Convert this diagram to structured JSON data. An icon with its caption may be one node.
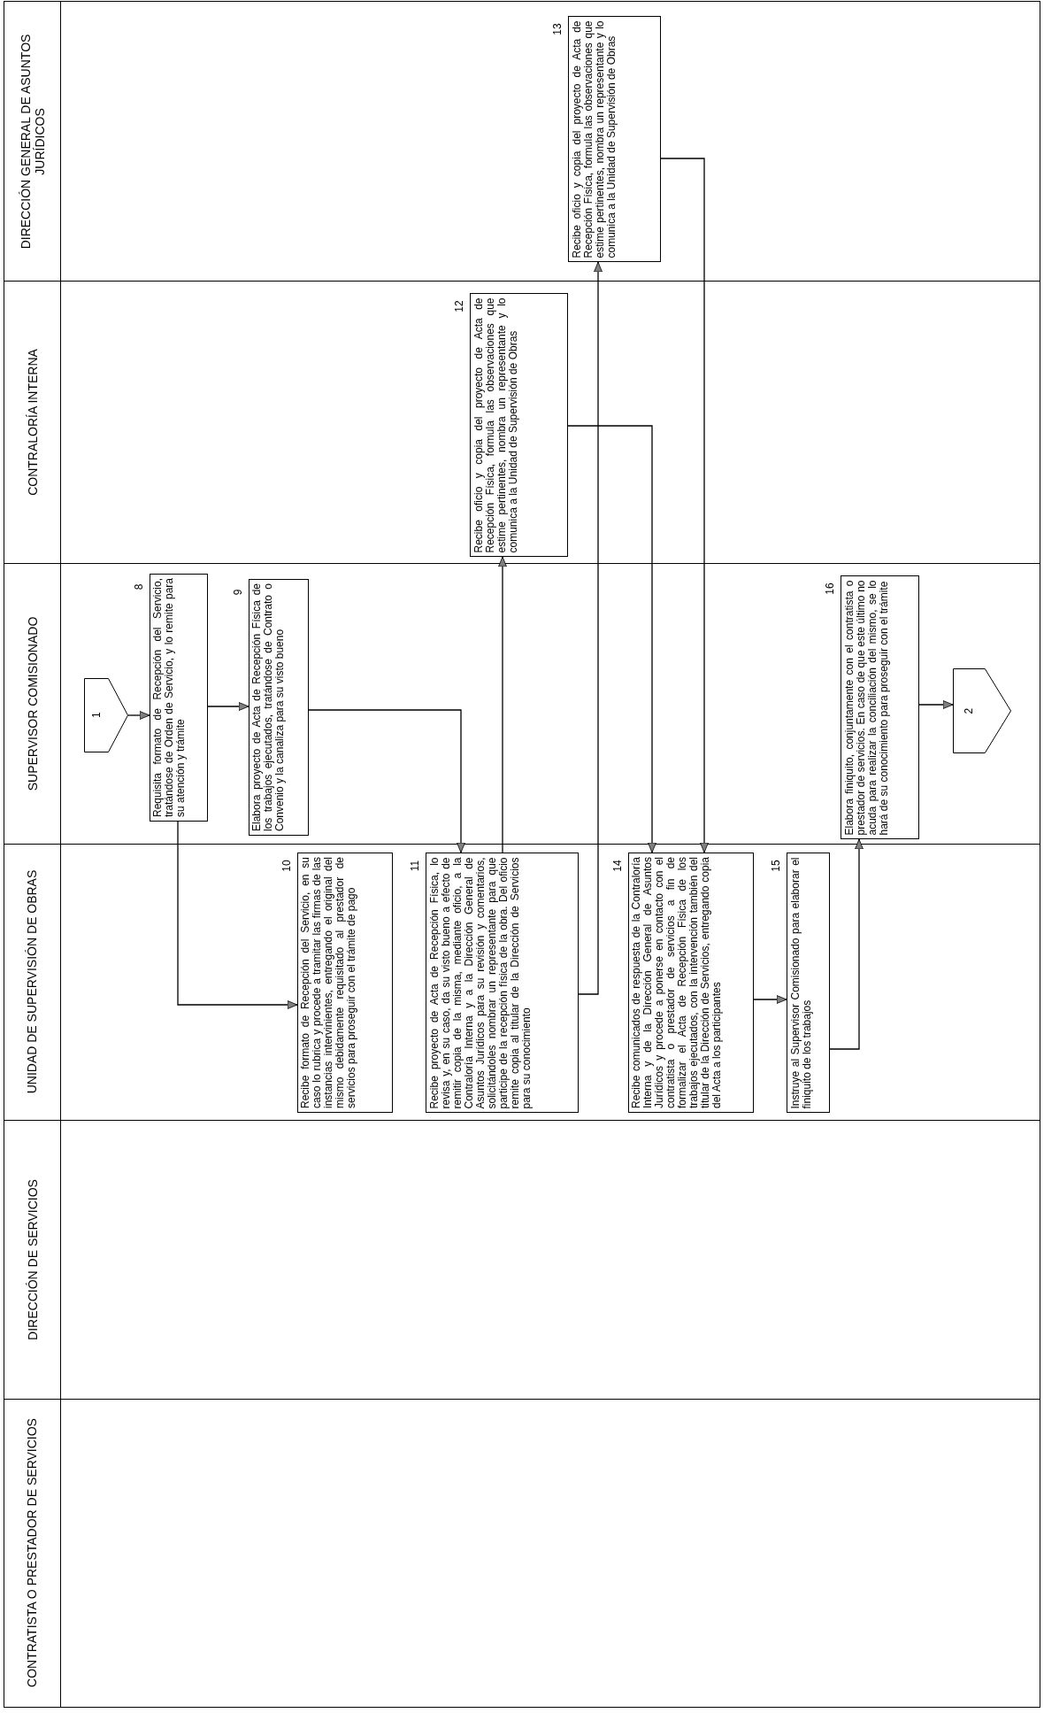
{
  "diagram": {
    "nodes": [
      {
        "text": [
          "CONTRATISTA O PRESTADOR DE SERVICIOS"
        ]
      },
      {
        "text": [
          "DIRECCIÓN DE SERVICIOS"
        ]
      },
      {
        "text": [
          "UNIDAD DE SUPERVISIÓN DE OBRAS"
        ]
      },
      {
        "text": [
          "SUPERVISOR COMISIONADO"
        ]
      },
      {
        "text": [
          "CONTRALORÍA INTERNA"
        ]
      },
      {
        "text": [
          "DIRECCIÓN GENERAL DE ASUNTOS JURÍDICOS"
        ]
      },
      {
        "text": [
          "1"
        ],
        "in": 3
      },
      {
        "text": [
          "Requisita formato de Recepción del Servicio, tratándose de Orden de Servicio, y lo remite para su atención y trámite"
        ],
        "beside": [
          "8"
        ],
        "in": 3
      },
      {
        "text": [
          "Elabora proyecto de Acta de Recepción Física de los trabajos ejecutados, tratándose de Contrato o Convenio y la canaliza para su visto bueno"
        ],
        "beside": [
          "9"
        ],
        "in": 3
      },
      {
        "text": [
          "Recibe formato de Recepción del Servicio, en su caso lo rubrica y procede a tramitar las firmas de las instancias intervinientes, entregando el original del mismo debidamente requisitado al prestador de servicios para proseguir con el trámite de pago"
        ],
        "beside": [
          "10"
        ],
        "in": 2
      },
      {
        "text": [
          "Recibe proyecto de Acta de Recepción Física, lo revisa y, en su caso, da su visto bueno a efecto de remitir copia de la misma, mediante oficio, a la Contraloría Interna y a la Dirección General de Asuntos Jurídicos para su revisión y comentarios, solicitándoles nombrar un representante para que participe de la recepción física de la obra. Del oficio remite copia al titular de la Dirección de Servicios para su conocimiento"
        ],
        "beside": [
          "11"
        ],
        "in": 2
      },
      {
        "text": [
          "Recibe oficio y copia del proyecto de Acta de Recepción Física, formula las observaciones que estime pertinentes, nombra un representante y lo comunica a la Unidad de Supervisión de Obras"
        ],
        "beside": [
          "12"
        ],
        "in": 4
      },
      {
        "text": [
          "Recibe oficio y copia del proyecto de Acta de Recepción Física, formula las observaciones que estime pertinentes, nombra un representante y lo comunica a la Unidad de Supervisión de Obras"
        ],
        "beside": [
          "13"
        ],
        "in": 5
      },
      {
        "text": [
          "Recibe comunicados de respuesta de la Contraloría Interna y de la Dirección General de Asuntos Jurídicos y procede a ponerse en contacto con el contratista o prestador de servicios a fin de formalizar el Acta de Recepción Física de los trabajos ejecutados, con la intervención también del titular de la Dirección de Servicios, entregando copia del Acta a los participantes"
        ],
        "beside": [
          "14"
        ],
        "in": 2
      },
      {
        "text": [
          "Instruye al Supervisor Comisionado para elaborar el finiquito de los trabajos"
        ],
        "beside": [
          "15"
        ],
        "in": 2
      },
      {
        "text": [
          "Elabora finiquito, conjuntamente con el contratista o prestador de servicios. En caso de que este último no acuda para realizar la conciliación del mismo, se lo hará de su conocimiento para proseguir con el trámite"
        ],
        "beside": [
          "16"
        ],
        "in": 3
      },
      {
        "text": [
          "2"
        ],
        "in": 3
      }
    ],
    "edges": [
      {
        "from": 6,
        "to": 7,
        "arrow": "to"
      },
      {
        "from": 7,
        "to": 8,
        "arrow": "to"
      },
      {
        "from": 7,
        "to": 9,
        "arrow": "to"
      },
      {
        "from": 8,
        "to": 10,
        "arrow": "to"
      },
      {
        "from": 10,
        "to": 11,
        "arrow": "to"
      },
      {
        "from": 10,
        "to": 12,
        "arrow": "to"
      },
      {
        "from": 11,
        "to": 13,
        "arrow": "to"
      },
      {
        "from": 12,
        "to": 13,
        "arrow": "to"
      },
      {
        "from": 13,
        "to": 14,
        "arrow": "to"
      },
      {
        "from": 14,
        "to": 15,
        "arrow": "to"
      },
      {
        "from": 15,
        "to": 16,
        "arrow": "to"
      }
    ]
  }
}
